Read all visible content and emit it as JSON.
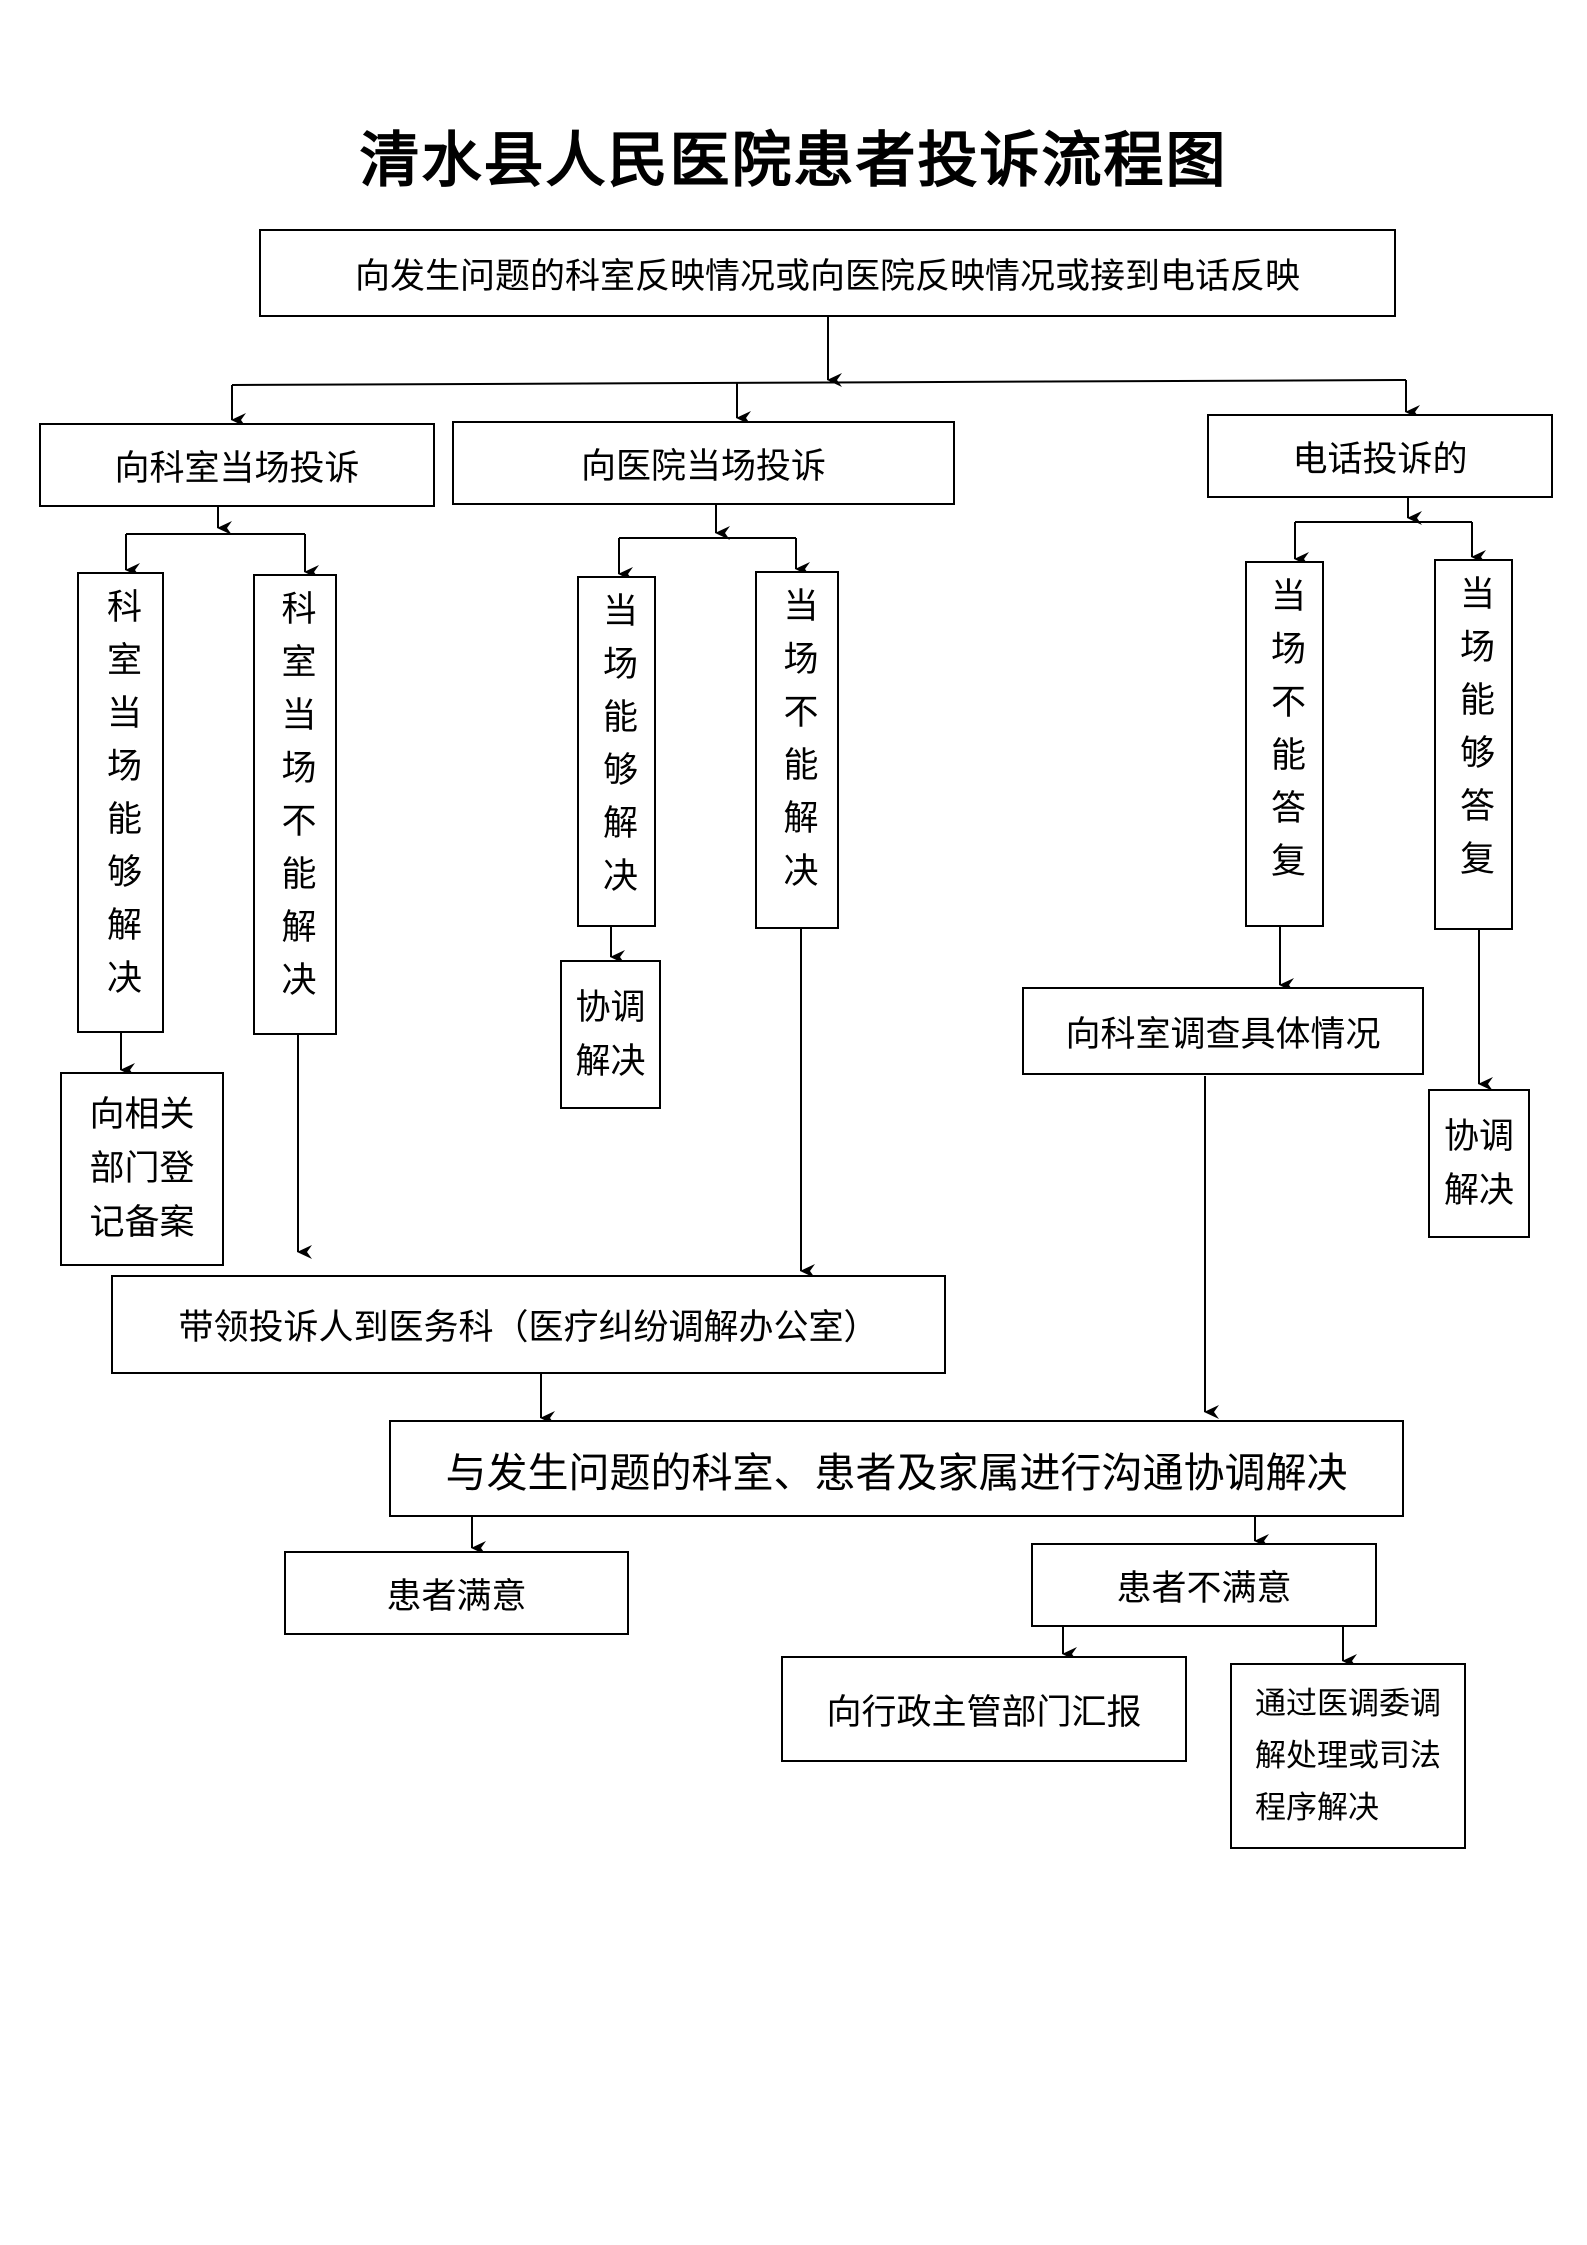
{
  "title": "清水县人民医院患者投诉流程图",
  "nodes": {
    "start": "向发生问题的科室反映情况或向医院反映情况或接到电话反映",
    "dept_complaint": "向科室当场投诉",
    "hospital_complaint": "向医院当场投诉",
    "phone_complaint": "电话投诉的",
    "dept_can_solve": "科室当场能够解决",
    "dept_cannot_solve": "科室当场不能解决",
    "hosp_can_solve": "当场能够解决",
    "hosp_cannot_solve": "当场不能解决",
    "phone_cannot_answer": "当场不能答复",
    "phone_can_answer": "当场能够答复",
    "register": "向相关\n部门登\n记备案",
    "coordinate_1": "协调\n解决",
    "investigate": "向科室调查具体情况",
    "coordinate_2": "协调\n解决",
    "lead_office": "带领投诉人到医务科（医疗纠纷调解办公室）",
    "communicate": "与发生问题的科室、患者及家属进行沟通协调解决",
    "satisfied": "患者满意",
    "not_satisfied": "患者不满意",
    "report_admin": "向行政主管部门汇报",
    "legal": "通过医调委调\n解处理或司法\n程序解决"
  }
}
